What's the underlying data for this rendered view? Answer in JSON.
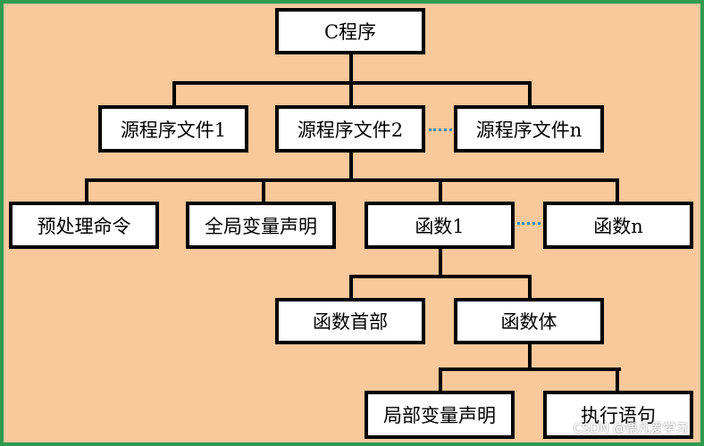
{
  "colors": {
    "background": "#f9c89b",
    "frame": "#2e9a4f",
    "box_fill": "#ffffff",
    "box_border": "#000000",
    "ellipsis_dots": "#2a8fbf"
  },
  "nodes": {
    "root": "C程序",
    "source_file_1": "源程序文件1",
    "source_file_2": "源程序文件2",
    "source_file_n": "源程序文件n",
    "preprocessor_directive": "预处理命令",
    "global_var_decl": "全局变量声明",
    "function_1": "函数1",
    "function_n": "函数n",
    "function_header": "函数首部",
    "function_body": "函数体",
    "local_var_decl": "局部变量声明",
    "executable_statement": "执行语句"
  },
  "watermark": "CSDN @悟凡爱学习"
}
